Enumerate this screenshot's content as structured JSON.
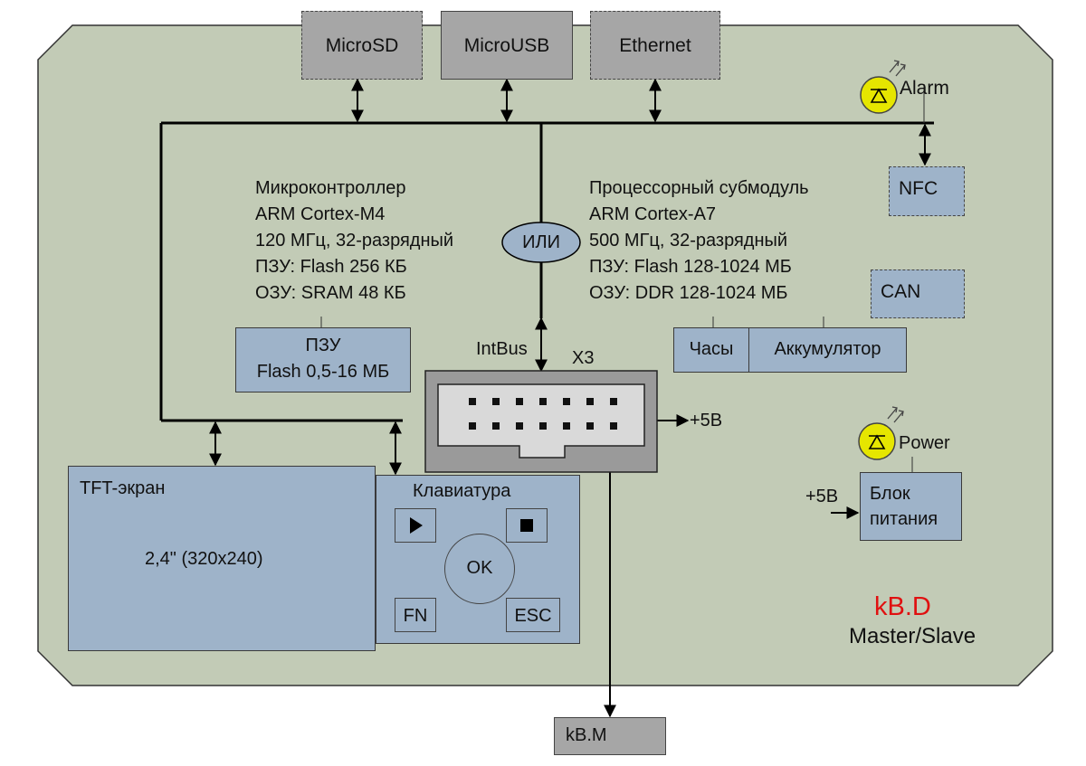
{
  "top_ports": {
    "microsd": "MicroSD",
    "microusb": "MicroUSB",
    "ethernet": "Ethernet"
  },
  "indicators": {
    "alarm": "Alarm",
    "power": "Power"
  },
  "nfc": "NFC",
  "can": "CAN",
  "or_label": "ИЛИ",
  "mcu": {
    "lines": [
      "Микроконтроллер",
      "ARM Cortex-M4",
      "120 МГц, 32-разрядный",
      "ПЗУ: Flash 256 КБ",
      "ОЗУ: SRAM 48 КБ"
    ]
  },
  "cpu": {
    "lines": [
      "Процессорный субмодуль",
      "ARM Cortex-A7",
      "500 МГц, 32-разрядный",
      "ПЗУ: Flash 128-1024 МБ",
      "ОЗУ: DDR 128-1024 МБ"
    ]
  },
  "rom": {
    "title": "ПЗУ",
    "detail": "Flash 0,5-16 МБ"
  },
  "clock": "Часы",
  "battery": "Аккумулятор",
  "intbus": "IntBus",
  "connector": "X3",
  "plus5v_out": "+5В",
  "plus5v_in": "+5В",
  "psu": {
    "line1": "Блок",
    "line2": "питания"
  },
  "tft": {
    "title": "TFT-экран",
    "size": "2,4\" (320x240)"
  },
  "keyboard": {
    "title": "Клавиатура",
    "ok": "OK",
    "fn": "FN",
    "esc": "ESC",
    "play_icon": "play-icon",
    "stop_icon": "stop-icon"
  },
  "brand": {
    "model": "kB.D",
    "mode": "Master/Slave",
    "model_color": "#e01010"
  },
  "external": "kB.M",
  "colors": {
    "board": "#c2cbb6",
    "block": "#9eb3c9",
    "port": "#a6a6a6",
    "led": "#e6e600"
  }
}
